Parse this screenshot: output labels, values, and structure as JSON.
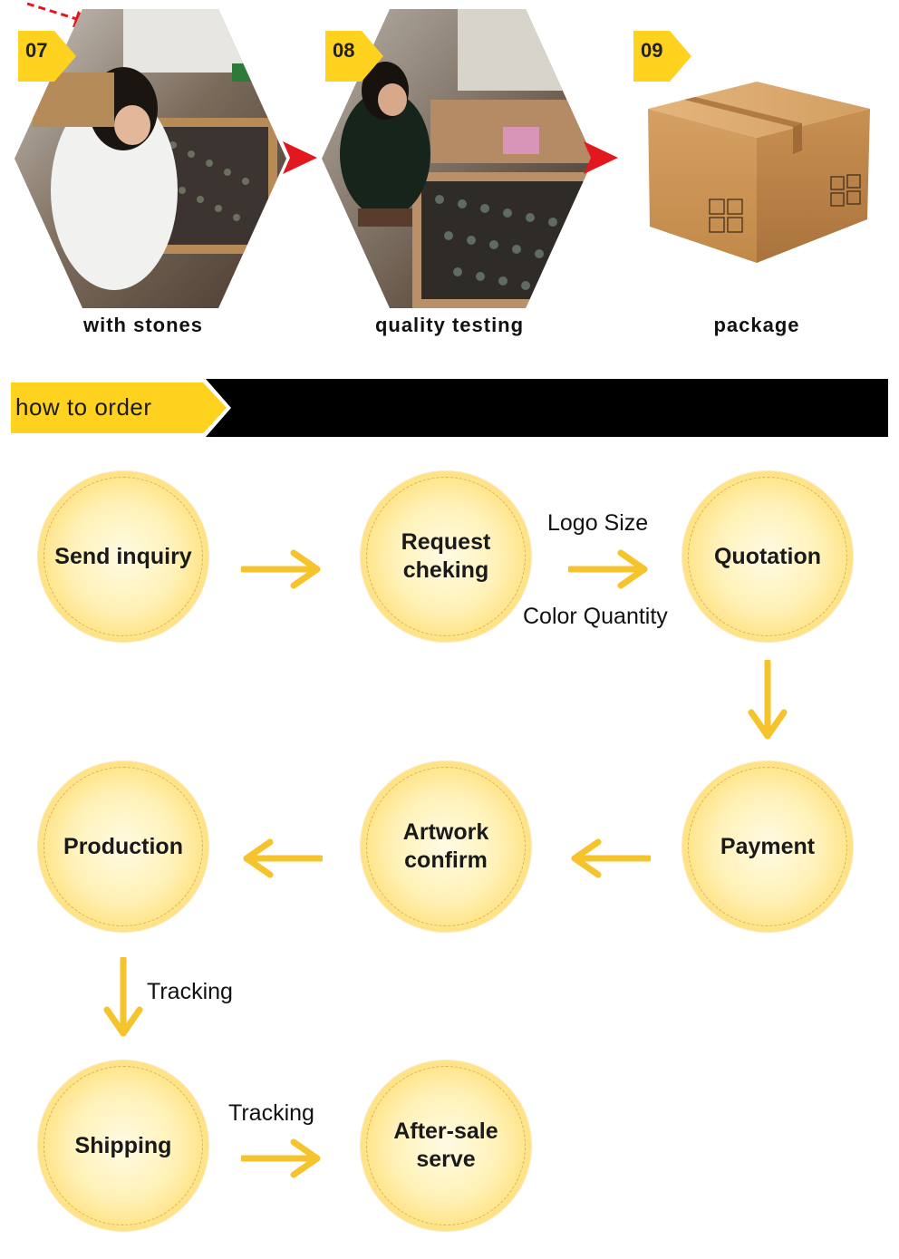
{
  "steps": [
    {
      "number": "07",
      "label": "with  stones"
    },
    {
      "number": "08",
      "label": "quality  testing"
    },
    {
      "number": "09",
      "label": "package"
    }
  ],
  "section": {
    "title": "how to order"
  },
  "flow": {
    "send_inquiry": "Send inquiry",
    "request_checking": "Request\ncheking",
    "quotation": "Quotation",
    "payment": "Payment",
    "artwork_confirm": "Artwork\nconfirm",
    "production": "Production",
    "shipping": "Shipping",
    "after_sale": "After-sale\nserve"
  },
  "notes": {
    "logo_size": "Logo Size",
    "color_quantity": "Color Quantity",
    "tracking_1": "Tracking",
    "tracking_2": "Tracking"
  },
  "colors": {
    "badge_yellow": "#ffd21f",
    "arrow_yellow": "#f5c32c",
    "red_arrow": "#e2181e",
    "banner_black": "#000000"
  }
}
